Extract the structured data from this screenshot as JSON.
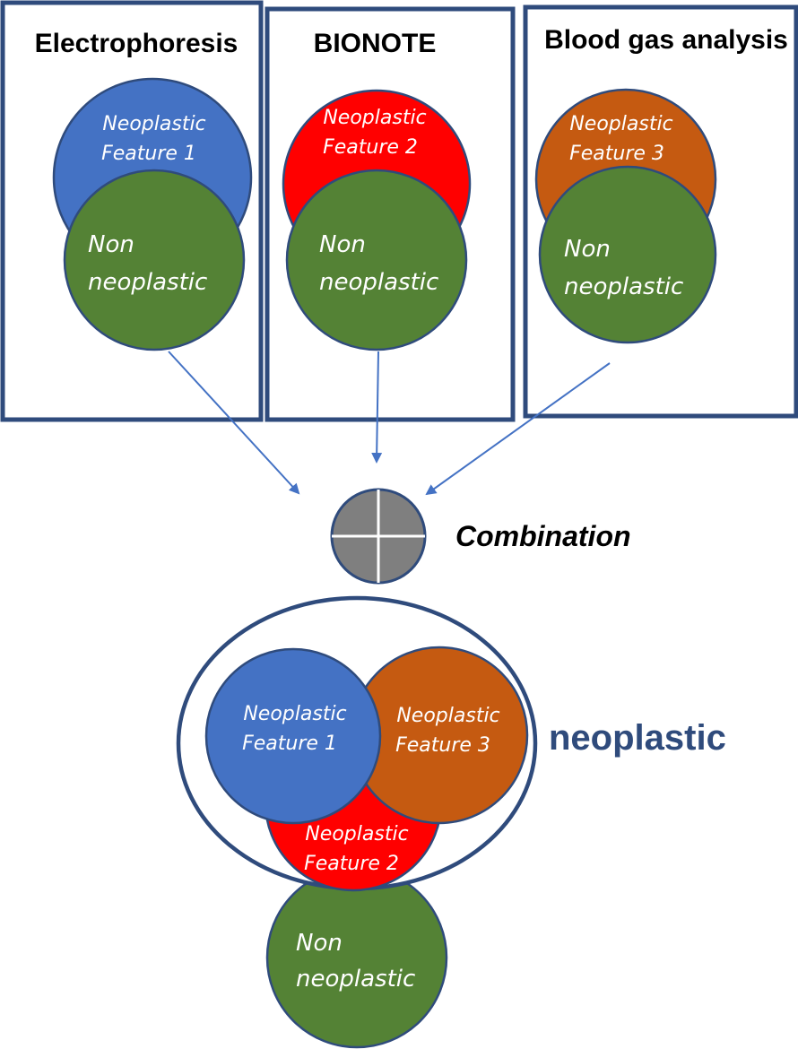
{
  "colors": {
    "blue": "#4472c4",
    "red": "#ff0000",
    "orange": "#c55a11",
    "green": "#548235",
    "gray": "#7f7f7f",
    "navy": "#2f4b7c"
  },
  "panels": [
    {
      "title": "Electrophoresis",
      "feature_line1": "Neoplastic",
      "feature_line2": "Feature 1",
      "non_line1": "Non",
      "non_line2": "neoplastic"
    },
    {
      "title": "BIONOTE",
      "feature_line1": "Neoplastic",
      "feature_line2": "Feature 2",
      "non_line1": "Non",
      "non_line2": "neoplastic"
    },
    {
      "title": "Blood gas analysis",
      "feature_line1": "Neoplastic",
      "feature_line2": "Feature 3",
      "non_line1": "Non",
      "non_line2": "neoplastic"
    }
  ],
  "combination": {
    "label": "Combination",
    "icon": "plus-icon"
  },
  "result": {
    "group_label": "neoplastic",
    "feature1_line1": "Neoplastic",
    "feature1_line2": "Feature 1",
    "feature2_line1": "Neoplastic",
    "feature2_line2": "Feature 2",
    "feature3_line1": "Neoplastic",
    "feature3_line2": "Feature 3",
    "non_line1": "Non",
    "non_line2": "neoplastic"
  }
}
